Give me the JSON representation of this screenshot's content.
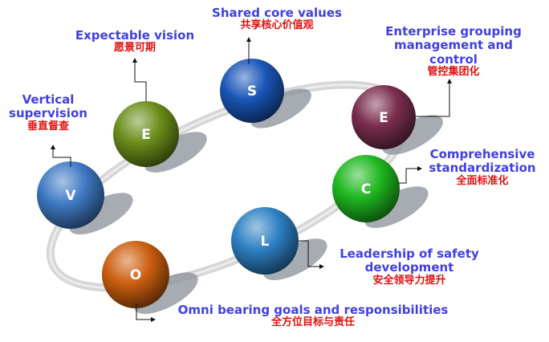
{
  "nodes": [
    {
      "id": "s",
      "letter": "S",
      "en": "Shared core values",
      "zh": "共享核心价值观",
      "color": "#1a56b8"
    },
    {
      "id": "e1",
      "letter": "E",
      "en": "Expectable vision",
      "zh": "愿景可期",
      "color": "#6b8e1a"
    },
    {
      "id": "e2",
      "letter": "E",
      "en": "Enterprise grouping management and control",
      "zh": "管控集团化",
      "color": "#7a2e4e"
    },
    {
      "id": "v",
      "letter": "V",
      "en": "Vertical supervision",
      "zh": "垂直督查",
      "color": "#3f7ac4"
    },
    {
      "id": "c",
      "letter": "C",
      "en": "Comprehensive standardization",
      "zh": "全面标准化",
      "color": "#1fb81f"
    },
    {
      "id": "l",
      "letter": "L",
      "en": "Leadership of safety development",
      "zh": "安全领导力提升",
      "color": "#2e80c4"
    },
    {
      "id": "o",
      "letter": "O",
      "en": "Omni bearing goals and responsibilities",
      "zh": "全方位目标与责任",
      "color": "#cc5e10"
    }
  ],
  "labels": {
    "s": {
      "en": "Shared core values",
      "zh": "共享核心价值观"
    },
    "e1": {
      "en": "Expectable vision",
      "zh": "愿景可期"
    },
    "e2": {
      "en_line1": "Enterprise grouping",
      "en_line2": "management and",
      "en_line3": "control",
      "zh": "管控集团化"
    },
    "v": {
      "en_line1": "Vertical",
      "en_line2": "supervision",
      "zh": "垂直督查"
    },
    "c": {
      "en_line1": "Comprehensive",
      "en_line2": "standardization",
      "zh": "全面标准化"
    },
    "l": {
      "en_line1": "Leadership of safety",
      "en_line2": "development",
      "zh": "安全领导力提升"
    },
    "o": {
      "en": "Omni bearing goals and responsibilities",
      "zh": "全方位目标与责任"
    }
  }
}
